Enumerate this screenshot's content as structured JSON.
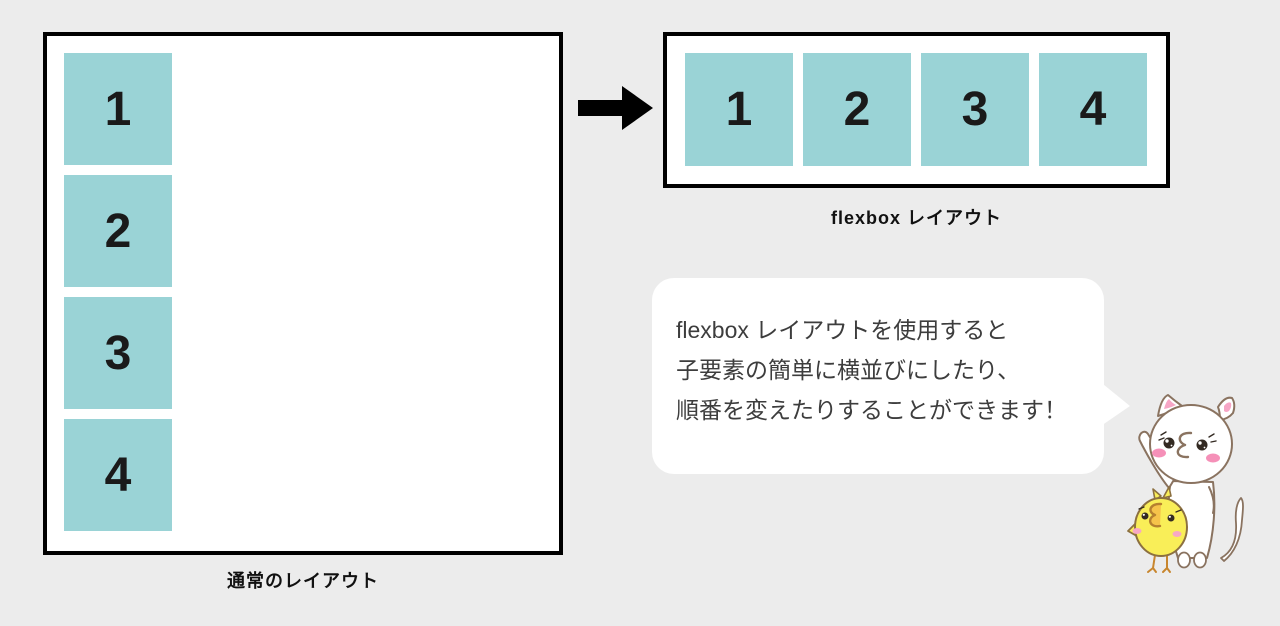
{
  "page": {
    "background_color": "#ececec",
    "panel_border_color": "#000000",
    "cell_color": "#9ad3d6"
  },
  "normal_layout": {
    "label": "通常のレイアウト",
    "items": [
      "1",
      "2",
      "3",
      "4"
    ]
  },
  "flexbox_layout": {
    "label": "flexbox レイアウト",
    "items": [
      "1",
      "2",
      "3",
      "4"
    ]
  },
  "speech_bubble": {
    "lines": [
      "flexbox レイアウトを使用すると",
      "子要素の簡単に横並びにしたり、",
      "順番を変えたりすることができます！"
    ]
  },
  "icons": {
    "arrow": "right-arrow",
    "mascot": "white-cat-waving-with-yellow-chick"
  }
}
